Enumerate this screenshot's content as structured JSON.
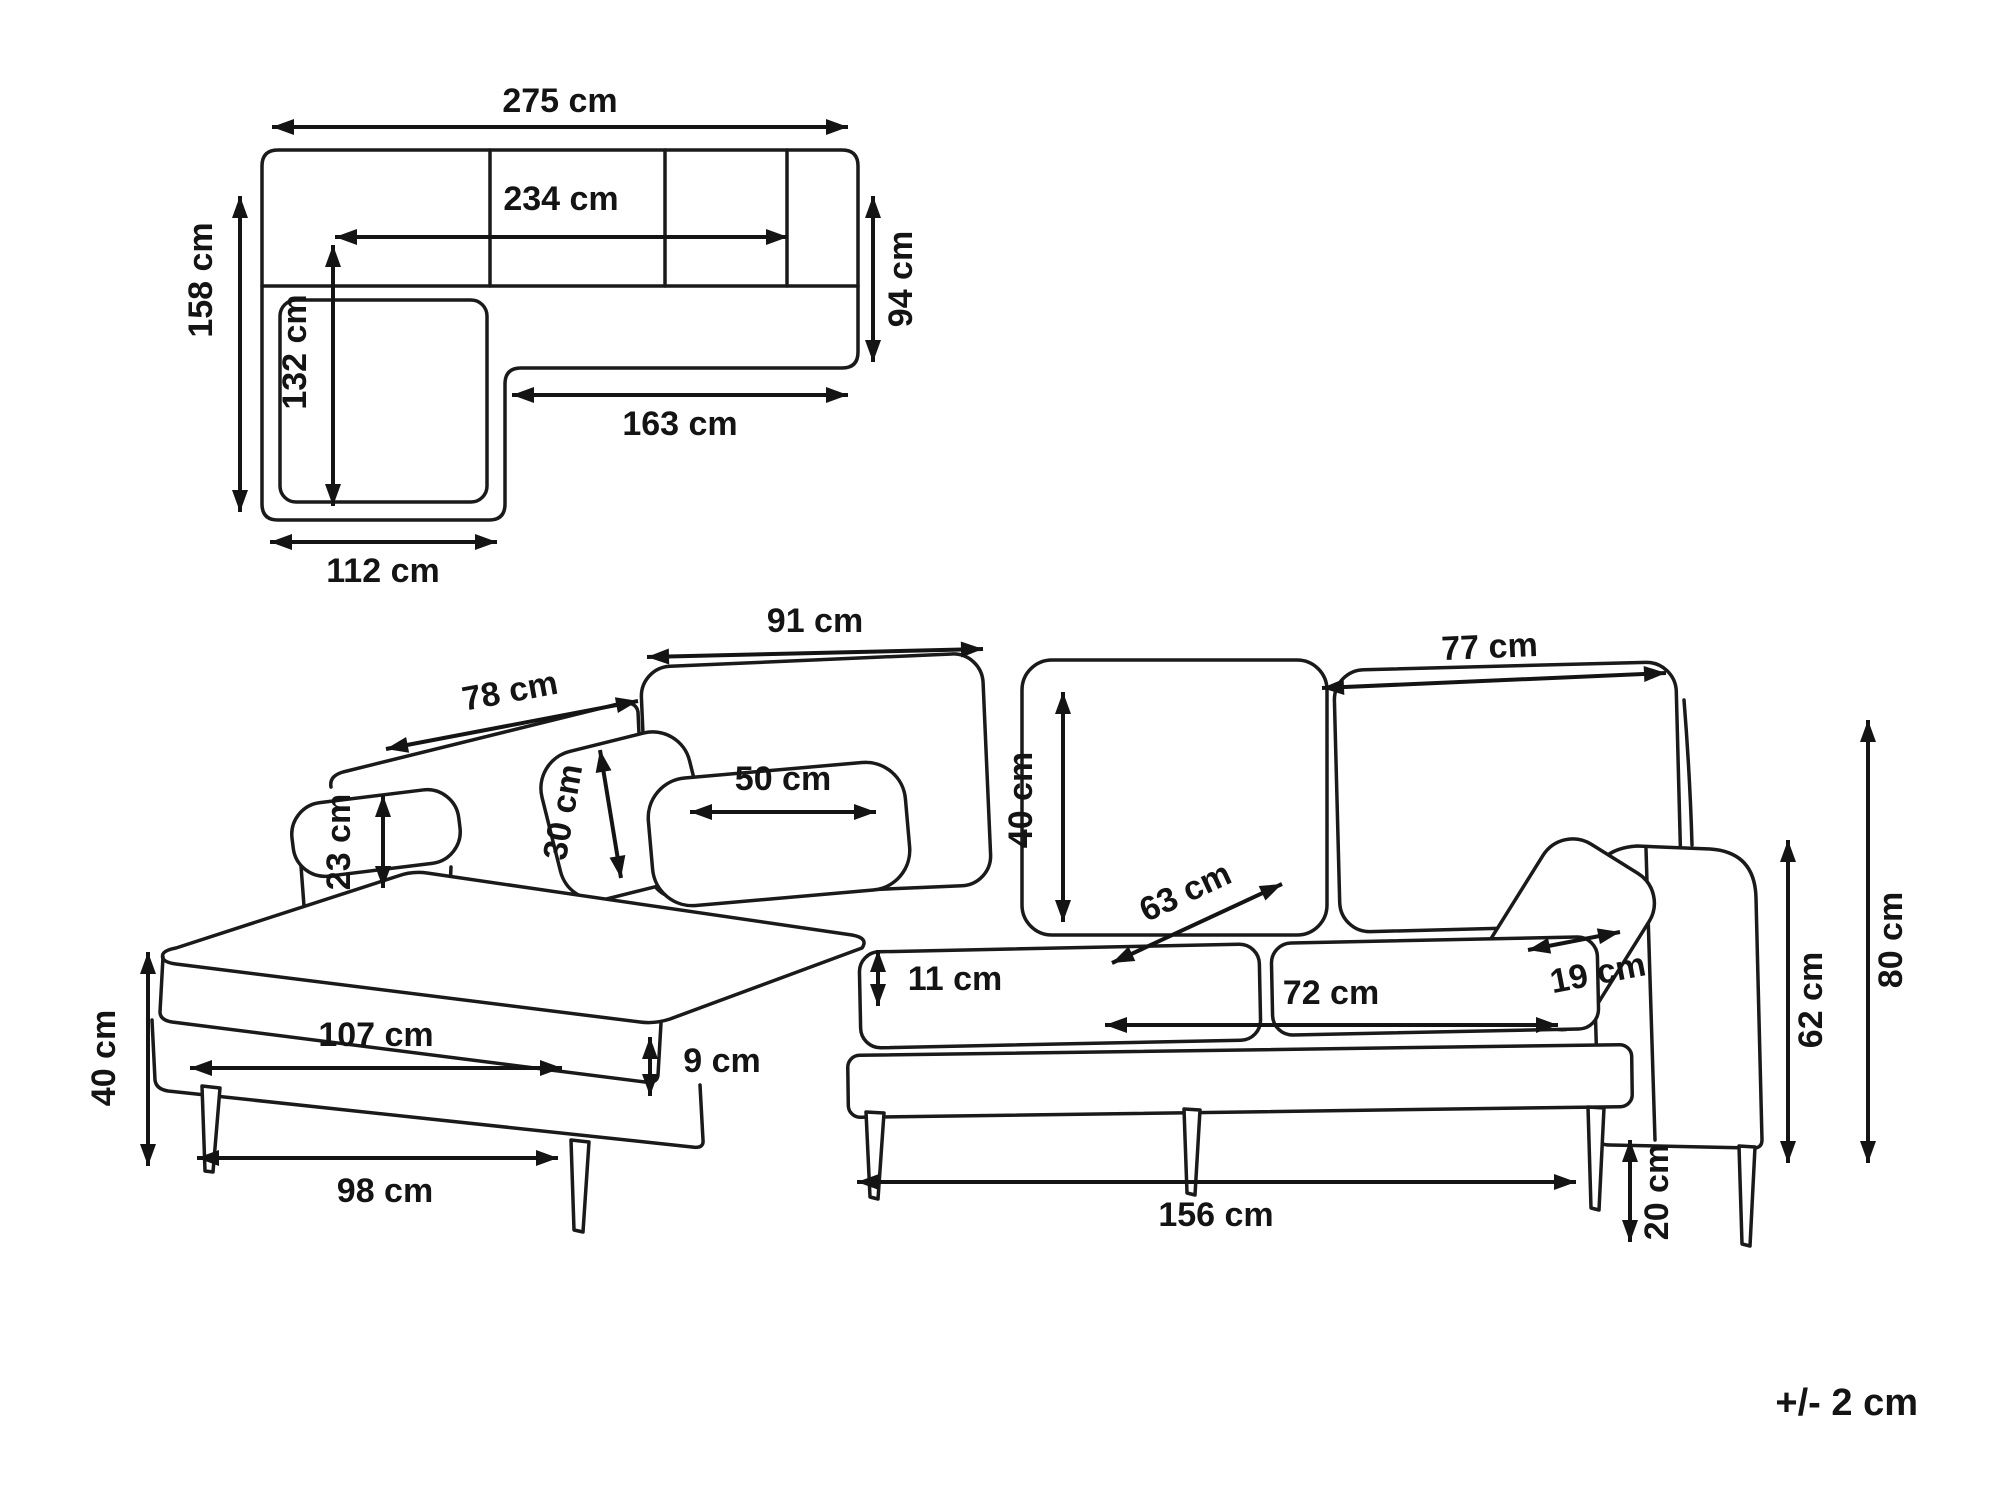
{
  "plan_view": {
    "overall_width": "275 cm",
    "back_inner_width": "234 cm",
    "right_section_depth": "94 cm",
    "chaise_total_depth": "158 cm",
    "chaise_inner_length": "132 cm",
    "seat_section_width": "163 cm",
    "chaise_width": "112 cm"
  },
  "front_view": {
    "back_cushion_left_width": "91 cm",
    "back_top_left_width": "78 cm",
    "back_cushion_right_width": "77 cm",
    "arm_cushion_height": "23 cm",
    "small_pillow_height": "30 cm",
    "lumbar_pillow_width": "50 cm",
    "back_cushion_height": "40 cm",
    "seat_depth": "63 cm",
    "arm_pillow_width": "19 cm",
    "seat_cushion_thickness": "11 cm",
    "seat_cushion_width": "72 cm",
    "chaise_cushion_length": "107 cm",
    "frame_lip_height": "9 cm",
    "chaise_side_height": "40 cm",
    "chaise_leg_span": "98 cm",
    "base_width": "156 cm",
    "leg_height": "20 cm",
    "armrest_height": "62 cm",
    "total_height": "80 cm"
  },
  "note": {
    "tolerance": "+/- 2 cm"
  }
}
